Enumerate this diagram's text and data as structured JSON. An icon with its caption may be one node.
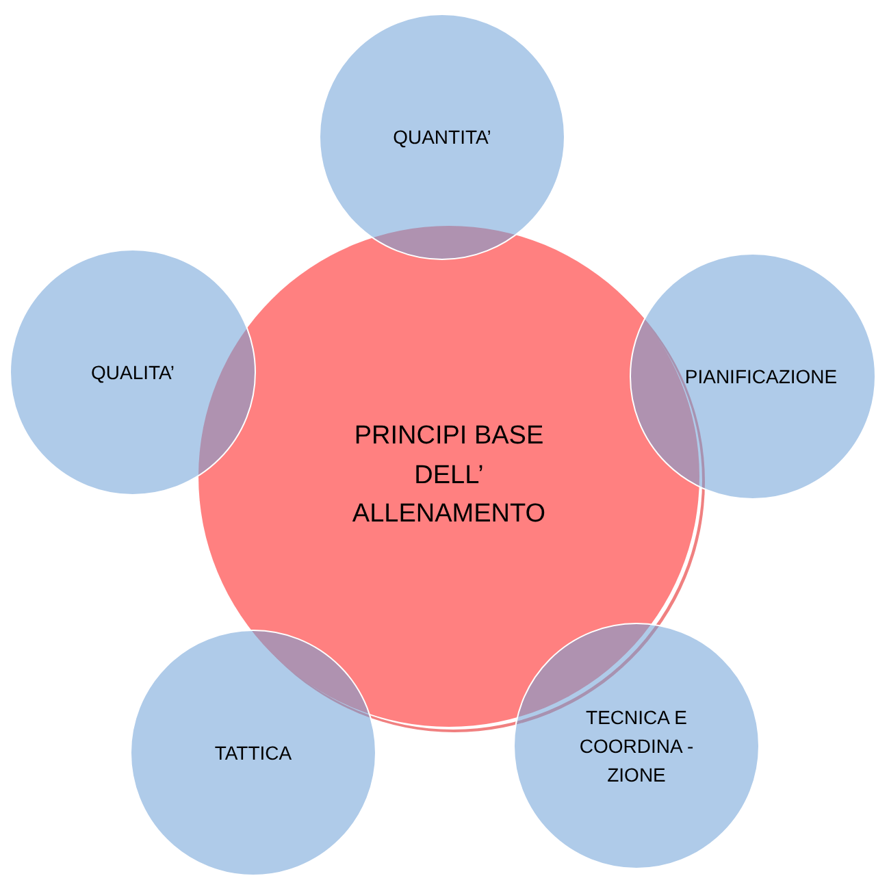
{
  "diagram": {
    "nodes": [
      {
        "text": [
          "PRINCIPI BASE DELL’ ALLENAMENTO"
        ]
      },
      {
        "text": [
          "QUANTITA’"
        ]
      },
      {
        "text": [
          "PIANIFICAZIONE"
        ]
      },
      {
        "text": [
          "TECNICA E COORDINA -ZIONE"
        ]
      },
      {
        "text": [
          "TATTICA"
        ]
      },
      {
        "text": [
          "QUALITA’"
        ]
      }
    ]
  }
}
